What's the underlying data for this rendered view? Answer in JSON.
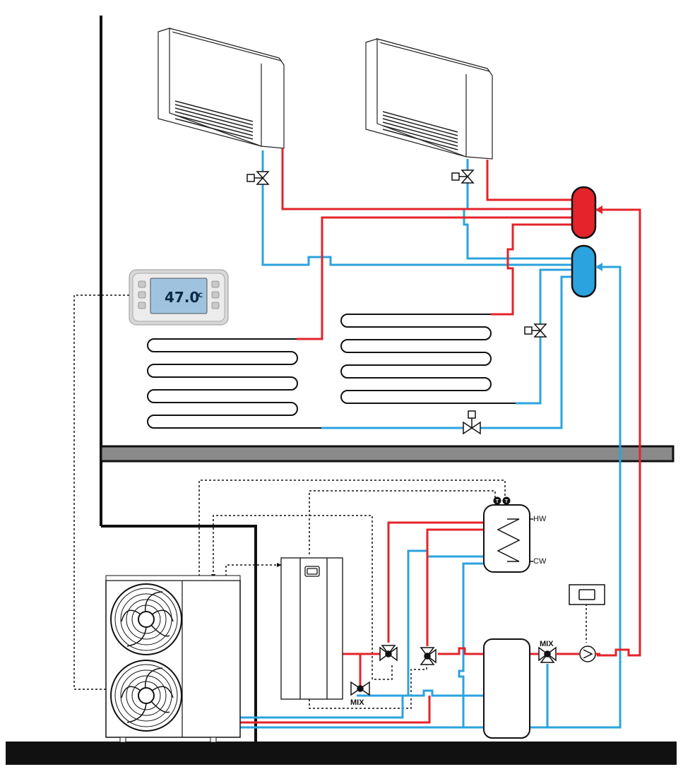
{
  "labels": {
    "hot_water": "HW",
    "cold_water": "CW",
    "mix_valve_1": "MIX",
    "mix_valve_2": "MIX",
    "sensor_1": "T",
    "sensor_2": "T"
  },
  "controller": {
    "temperature": "47.0",
    "unit": "°C"
  },
  "colors": {
    "hot_pipe": "#e4232a",
    "cold_pipe": "#2ba3de",
    "structure": "#111111",
    "slab_fill": "#888888"
  }
}
